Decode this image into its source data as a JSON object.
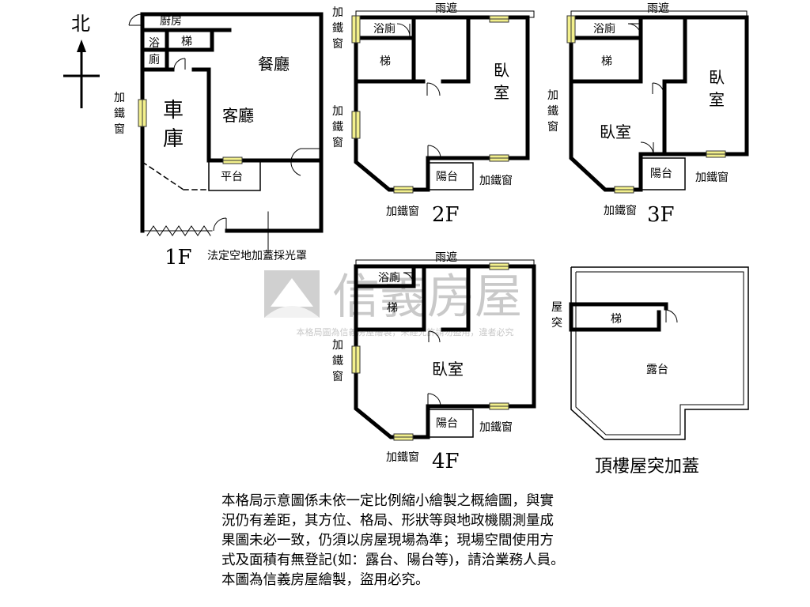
{
  "compass": {
    "north_label": "北"
  },
  "watermark": {
    "brand_text": "信義房屋",
    "notice": "本格局圖為信義房屋繪製，未經允許請勿盜用，違者必究"
  },
  "floor1": {
    "floor_label": "1F",
    "kitchen": "廚房",
    "bath_line1": "浴",
    "bath_line2": "廁",
    "stairs": "梯",
    "dining": "餐廳",
    "living": "客廳",
    "garage_line1": "車",
    "garage_line2": "庫",
    "window_v1": "加",
    "window_v2": "鐵",
    "window_v3": "窗",
    "platform": "平台",
    "note": "法定空地加蓋採光罩"
  },
  "floor2": {
    "floor_label": "2F",
    "awning": "雨遮",
    "bath": "浴廁",
    "stairs": "梯",
    "bedroom_line1": "臥",
    "bedroom_line2": "室",
    "balcony": "陽台",
    "window_v1": "加",
    "window_v2": "鐵",
    "window_v3": "窗",
    "window_h": "加鐵窗"
  },
  "floor3": {
    "floor_label": "3F",
    "awning": "雨遮",
    "bath": "浴廁",
    "stairs": "梯",
    "bedroom_a_line1": "臥",
    "bedroom_a_line2": "室",
    "bedroom_b": "臥室",
    "balcony": "陽台",
    "window_v1": "加",
    "window_v2": "鐵",
    "window_v3": "窗",
    "window_h": "加鐵窗"
  },
  "floor4": {
    "floor_label": "4F",
    "awning": "雨遮",
    "bath": "浴廁",
    "stairs": "梯",
    "bedroom": "臥室",
    "balcony": "陽台",
    "window_v1": "加",
    "window_v2": "鐵",
    "window_v3": "窗",
    "window_h": "加鐵窗"
  },
  "roof": {
    "title": "頂樓屋突加蓋",
    "rooftop_line1": "屋",
    "rooftop_line2": "突",
    "stairs": "梯",
    "terrace": "露台"
  },
  "disclaimer": [
    "本格局示意圖係未依一定比例縮小繪製之概繪圖，與實",
    "況仍有差距，其方位、格局、形狀等與地政機關測量成",
    "果圖未必一致，仍須以房屋現場為準；現場空間使用方",
    "式及面積有無登記(如：露台、陽台等)，請洽業務人員。",
    "本圖為信義房屋繪製，盜用必究。"
  ]
}
